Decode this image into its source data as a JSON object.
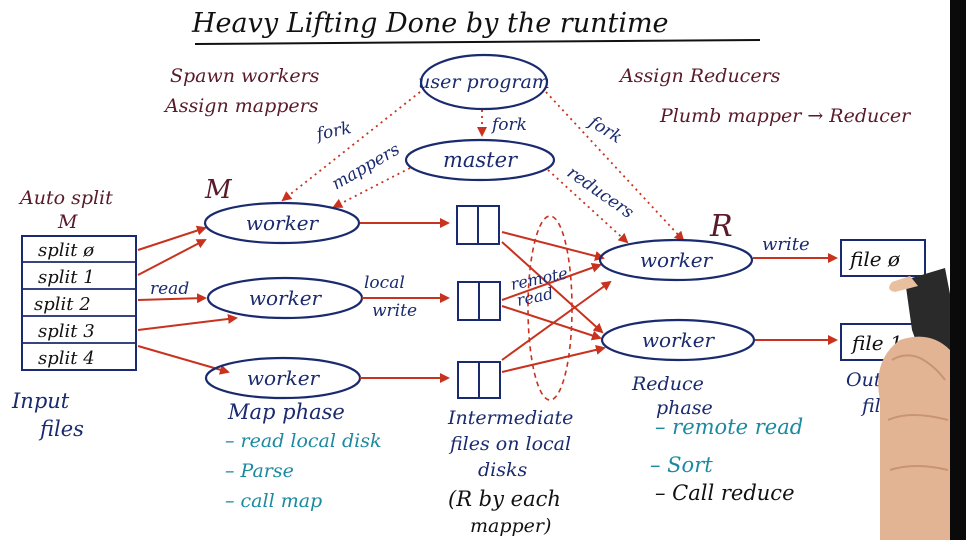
{
  "title": "Heavy Lifting Done by the runtime",
  "notes_left": [
    "Spawn workers",
    "Assign mappers"
  ],
  "notes_right": [
    "Assign Reducers",
    "Plumb mapper → Reducer"
  ],
  "nodes": {
    "user_program": "user program",
    "master": "master",
    "map_workers": [
      "worker",
      "worker",
      "worker"
    ],
    "reduce_workers": [
      "worker",
      "worker"
    ]
  },
  "edge_labels": {
    "fork_left": "fork",
    "fork_mid": "fork",
    "fork_right": "fork",
    "mappers": "mappers",
    "reducers": "reducers",
    "read": "read",
    "local_write": [
      "local",
      "write"
    ],
    "remote_read": [
      "remote",
      "read"
    ],
    "write": "write"
  },
  "letters": {
    "m": "M",
    "r": "R"
  },
  "autosplit": [
    "Auto split",
    "M"
  ],
  "splits": [
    "split ø",
    "split 1",
    "split 2",
    "split 3",
    "split 4"
  ],
  "input_label": [
    "Input",
    "files"
  ],
  "output_files": [
    "file ø",
    "file 1"
  ],
  "output_label": [
    "Output",
    "files"
  ],
  "map_phase": {
    "title": "Map phase",
    "steps": [
      "– read local disk",
      "– Parse",
      "– call map"
    ]
  },
  "intermediate": [
    "Intermediate",
    "files on local",
    "disks",
    "(R by each",
    "mapper)"
  ],
  "reduce_phase": {
    "title": [
      "Reduce",
      "phase"
    ],
    "steps": [
      "– remote read",
      "– Sort",
      "– Call reduce"
    ]
  },
  "colors": {
    "maroon": "#5a1a2a",
    "navy": "#1a2a6e",
    "red": "#c8321e",
    "teal": "#1a8aa0"
  }
}
